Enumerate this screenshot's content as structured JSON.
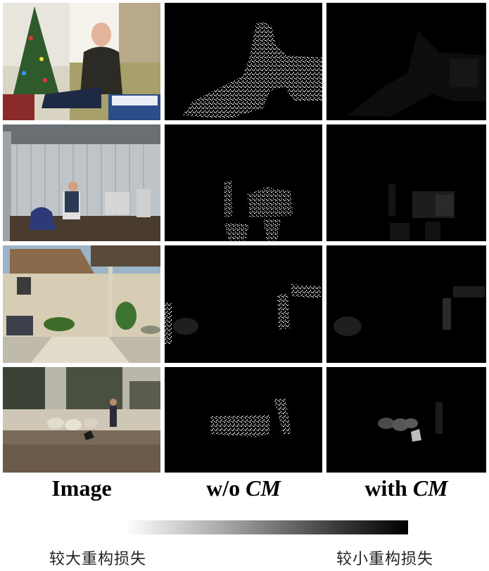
{
  "columns": {
    "image": "Image",
    "without_prefix": "w/o ",
    "without_cm": "CM",
    "with_prefix": "with ",
    "with_cm": "CM"
  },
  "legend": {
    "left_label": "较大重构损失",
    "right_label": "较小重构损失"
  },
  "rows": [
    {
      "scene": "living-room-christmas-tree"
    },
    {
      "scene": "office-shed-computers"
    },
    {
      "scene": "house-garden-courtyard"
    },
    {
      "scene": "dusty-field-sheep-dog"
    }
  ]
}
